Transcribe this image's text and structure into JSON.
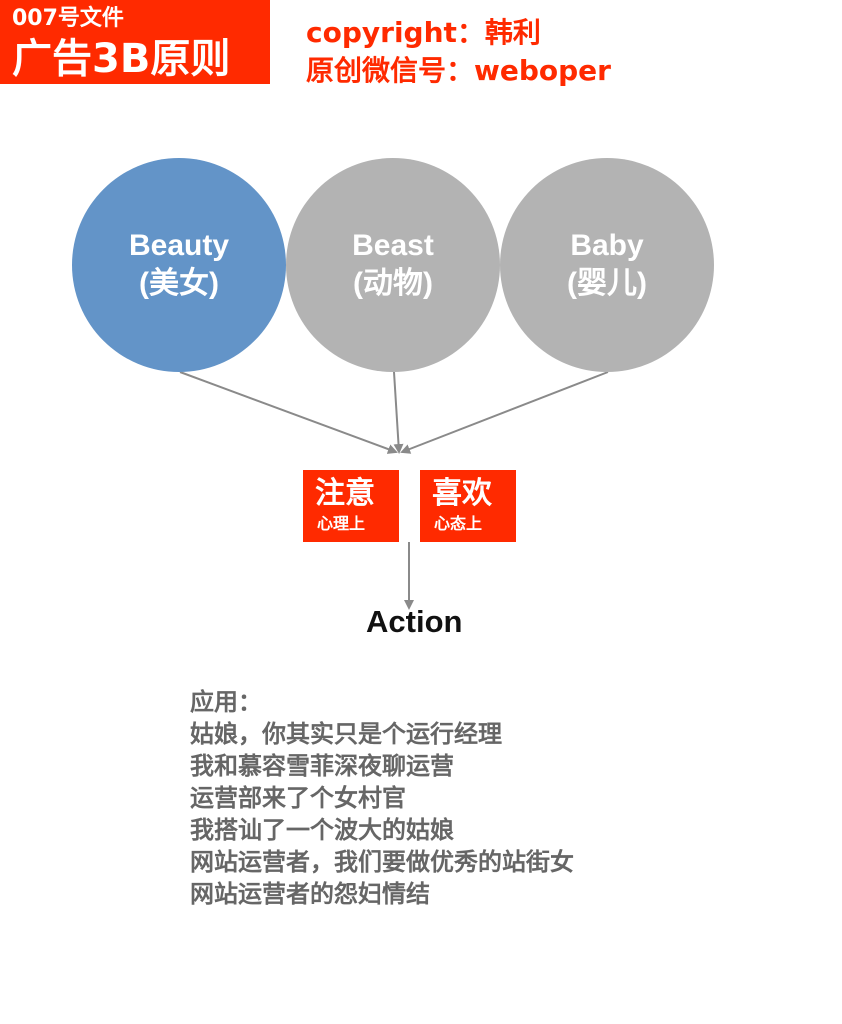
{
  "header": {
    "subtitle": "007号文件",
    "title": "广告3B原则"
  },
  "copyright": {
    "line1": "copyright：韩利",
    "line2": "原创微信号：weboper"
  },
  "circles": [
    {
      "title": "Beauty",
      "subtitle": "(美女)",
      "color": "#6394c8"
    },
    {
      "title": "Beast",
      "subtitle": "(动物)",
      "color": "#b3b3b3"
    },
    {
      "title": "Baby",
      "subtitle": "(婴儿)",
      "color": "#b3b3b3"
    }
  ],
  "boxes": [
    {
      "title": "注意",
      "subtitle": "心理上"
    },
    {
      "title": "喜欢",
      "subtitle": "心态上"
    }
  ],
  "action": "Action",
  "application": {
    "heading": "应用：",
    "lines": [
      "姑娘，你其实只是个运行经理",
      "我和慕容雪菲深夜聊运营",
      "运营部来了个女村官",
      "我搭讪了一个波大的姑娘",
      "网站运营者，我们要做优秀的站街女",
      "网站运营者的怨妇情结"
    ]
  },
  "colors": {
    "accent": "#ff2a00",
    "arrow": "#8a8a8a",
    "text_gray": "#666666"
  }
}
